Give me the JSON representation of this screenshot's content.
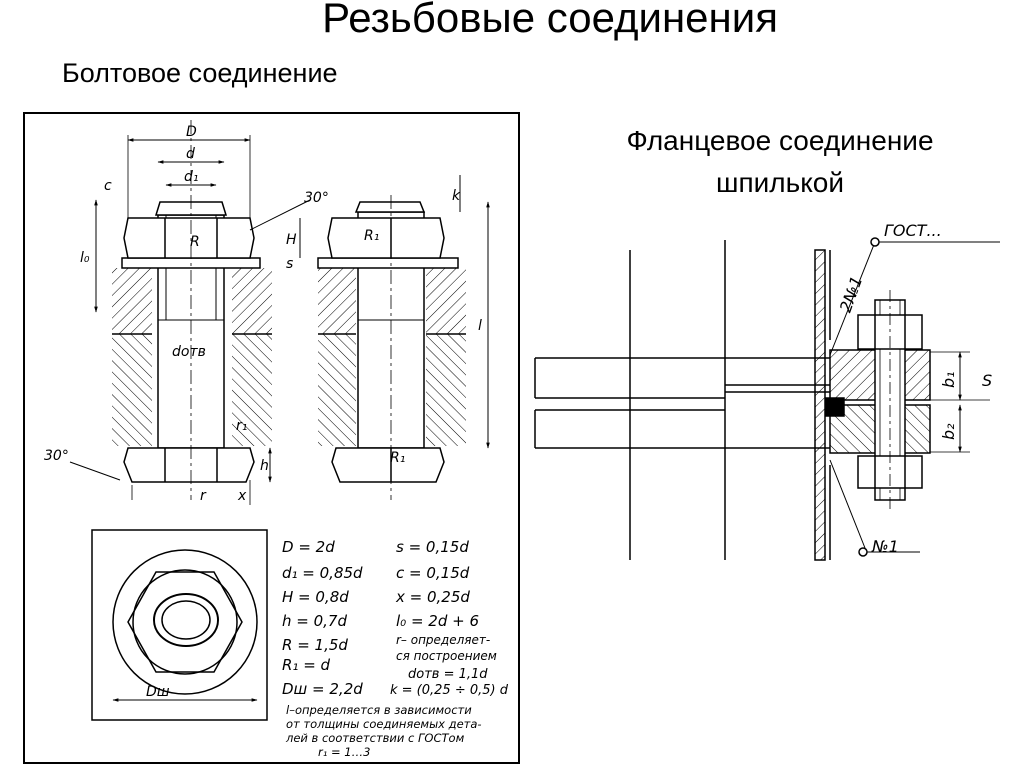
{
  "title": "Резьбовые соединения",
  "left_section": {
    "heading": "Болтовое соединение"
  },
  "right_section": {
    "heading_line1": "Фланцевое соединение",
    "heading_line2": "шпилькой"
  },
  "bolt_drawing": {
    "dims": {
      "D": "D",
      "d": "d",
      "d1": "d₁",
      "c": "c",
      "angle_top": "30°",
      "H": "H",
      "s": "s",
      "R": "R",
      "R1": "R₁",
      "l0": "l₀",
      "l": "l",
      "k": "k",
      "d_otv": "dотв",
      "angle_bottom": "30°",
      "h": "h",
      "r": "r",
      "x": "x",
      "r1": "r₁",
      "Dw": "Dш"
    }
  },
  "formulas": {
    "col1": [
      "D = 2d",
      "d₁ = 0,85d",
      "H = 0,8d",
      "h = 0,7d",
      "R = 1,5d",
      "R₁ = d",
      "Dш = 2,2d"
    ],
    "col2": [
      "s = 0,15d",
      "c = 0,15d",
      "x = 0,25d",
      "l₀ = 2d + 6",
      "r– определяет-",
      "ся построением",
      "dотв = 1,1d",
      "k = (0,25 ÷ 0,5) d"
    ],
    "note": [
      "l–определяется в зависимости",
      "от толщины соединяемых дета-",
      "лей в соответствии с ГОСТом",
      "r₁ = 1…3"
    ]
  },
  "flange_drawing": {
    "labels": {
      "gost": "ГОСТ...",
      "weld1": "2№1",
      "weld2": "№1",
      "b1": "b₁",
      "b2": "b₂",
      "s": "S"
    }
  }
}
